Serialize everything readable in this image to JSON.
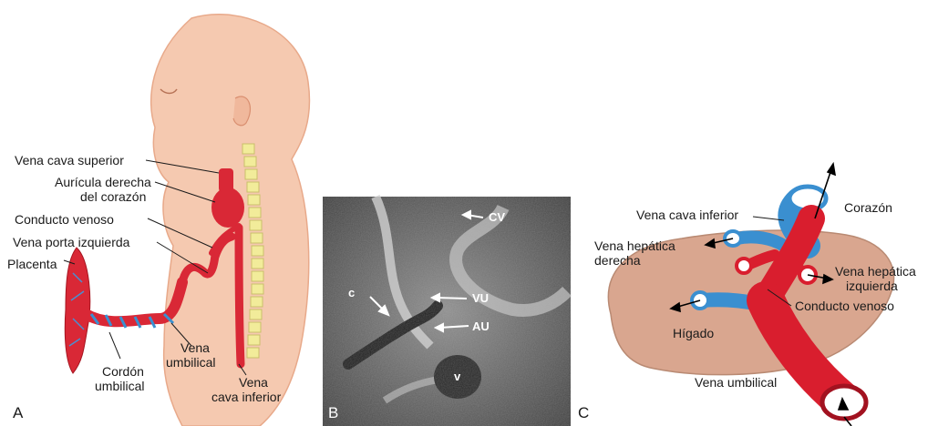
{
  "panel_a": {
    "letter": "A",
    "labels": {
      "svc": "Vena cava superior",
      "ra_1": "Aurícula derecha",
      "ra_2": "del corazón",
      "dv": "Conducto venoso",
      "lpv": "Vena porta izquierda",
      "placenta": "Placenta",
      "uv_1": "Vena",
      "uv_2": "umbilical",
      "cord_1": "Cordón",
      "cord_2": "umbilical",
      "ivc_1": "Vena",
      "ivc_2": "cava inferior"
    }
  },
  "panel_b": {
    "letter": "B",
    "labels": {
      "cv": "CV",
      "vu": "VU",
      "au": "AU",
      "c": "c",
      "v": "v"
    }
  },
  "panel_c": {
    "letter": "C",
    "labels": {
      "ivc": "Vena cava inferior",
      "heart": "Corazón",
      "rhv_1": "Vena hepática",
      "rhv_2": "derecha",
      "lhv_1": "Vena hepática",
      "lhv_2": "izquierda",
      "dv": "Conducto venoso",
      "liver": "Hígado",
      "uv": "Vena umbilical"
    }
  },
  "colors": {
    "skin": "#f5c9b0",
    "vein_red": "#d91e2e",
    "vessel_blue": "#3a8fd0",
    "liver": "#d9a68f",
    "vertebra": "#f2ec9a"
  }
}
